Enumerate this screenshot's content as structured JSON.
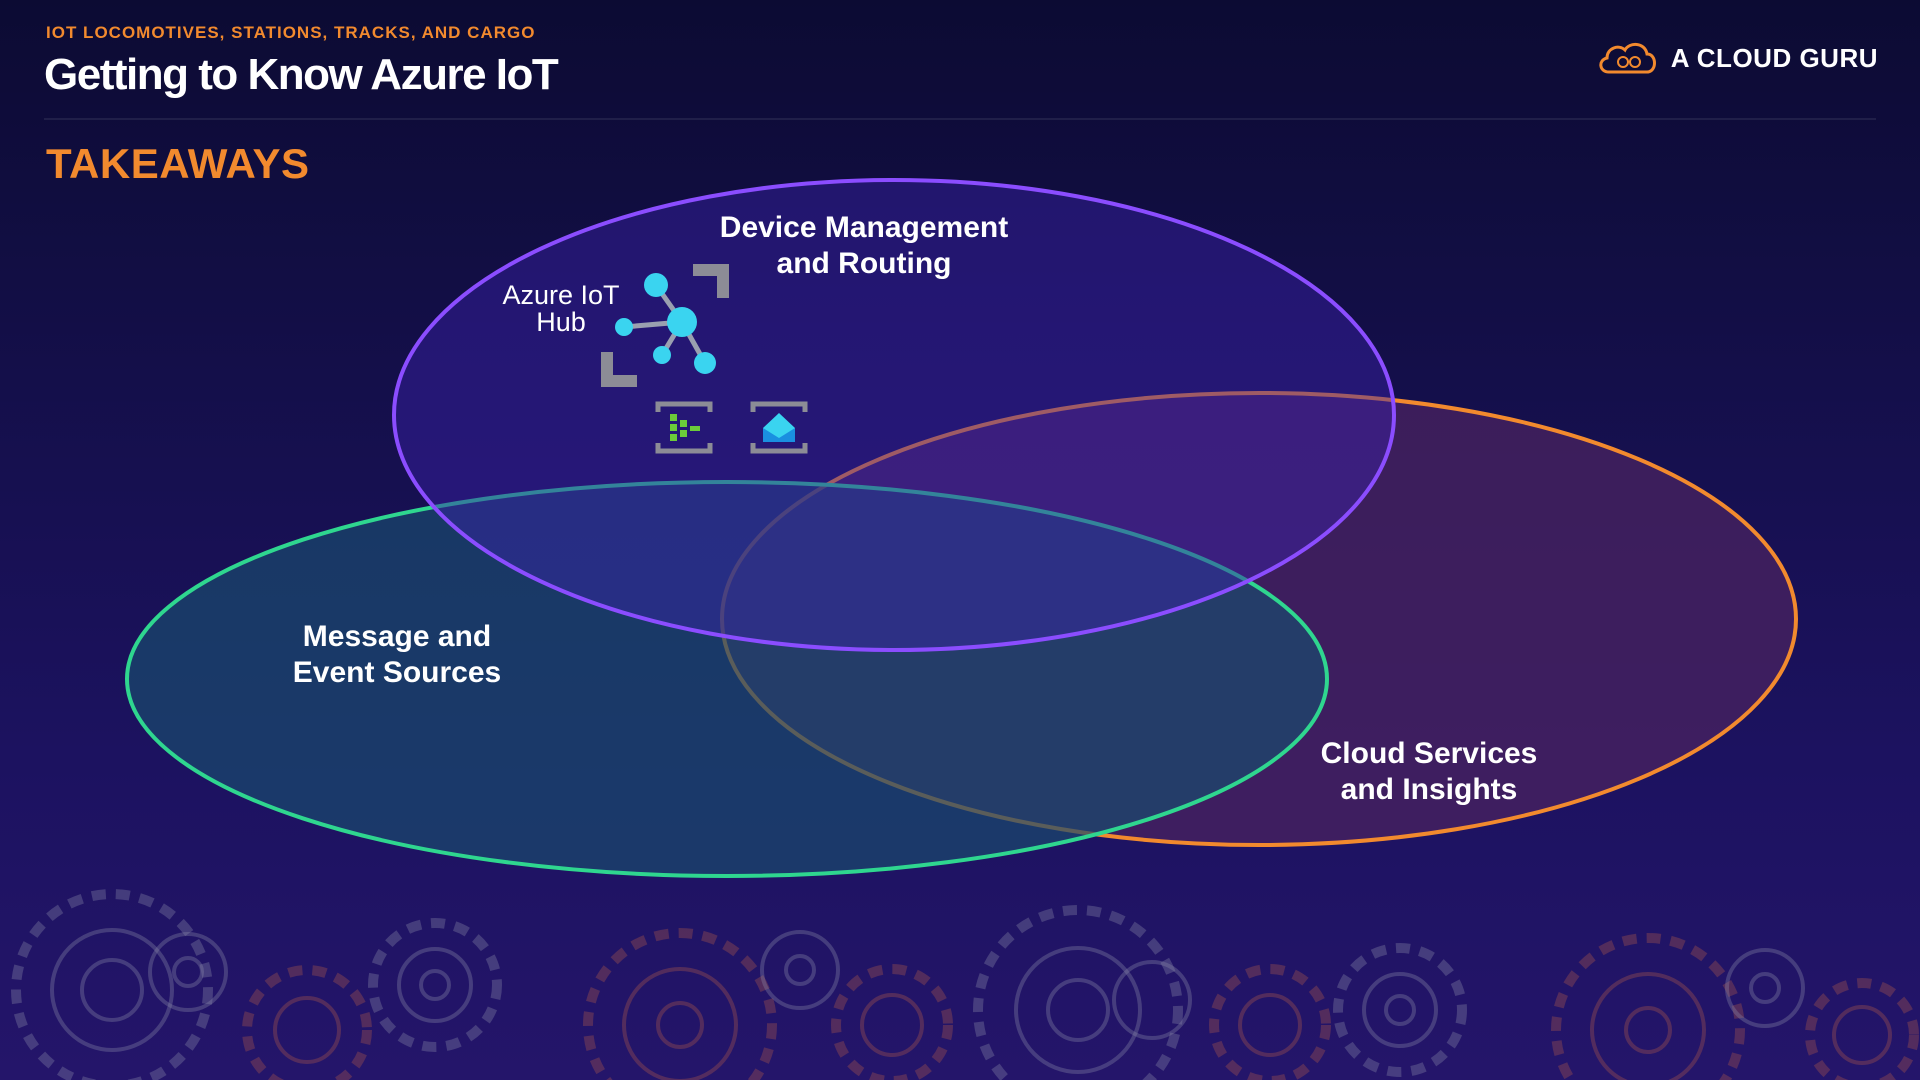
{
  "header": {
    "eyebrow": "IOT LOCOMOTIVES, STATIONS, TRACKS, AND CARGO",
    "title": "Getting to Know Azure IoT",
    "brand_name": "A CLOUD GURU",
    "brand_icon": "cloud-icon"
  },
  "section": {
    "heading": "TAKEAWAYS"
  },
  "diagram": {
    "sets": [
      {
        "id": "device",
        "lines": [
          "Device Management",
          "and Routing"
        ],
        "color": "#8b4dff"
      },
      {
        "id": "message",
        "lines": [
          "Message and",
          "Event Sources"
        ],
        "color": "#2fd68f"
      },
      {
        "id": "cloud",
        "lines": [
          "Cloud Services",
          "and Insights"
        ],
        "color": "#f28a2e"
      }
    ],
    "hub": {
      "lines": [
        "Azure IoT",
        "Hub"
      ],
      "icon": "iot-hub-icon"
    },
    "service_icons": [
      "stream-analytics-icon",
      "event-grid-icon"
    ]
  },
  "colors": {
    "accent": "#f28a2e",
    "background": "#140f4a",
    "hub_node": "#3ad4f0"
  },
  "decoration": "gears-icon"
}
